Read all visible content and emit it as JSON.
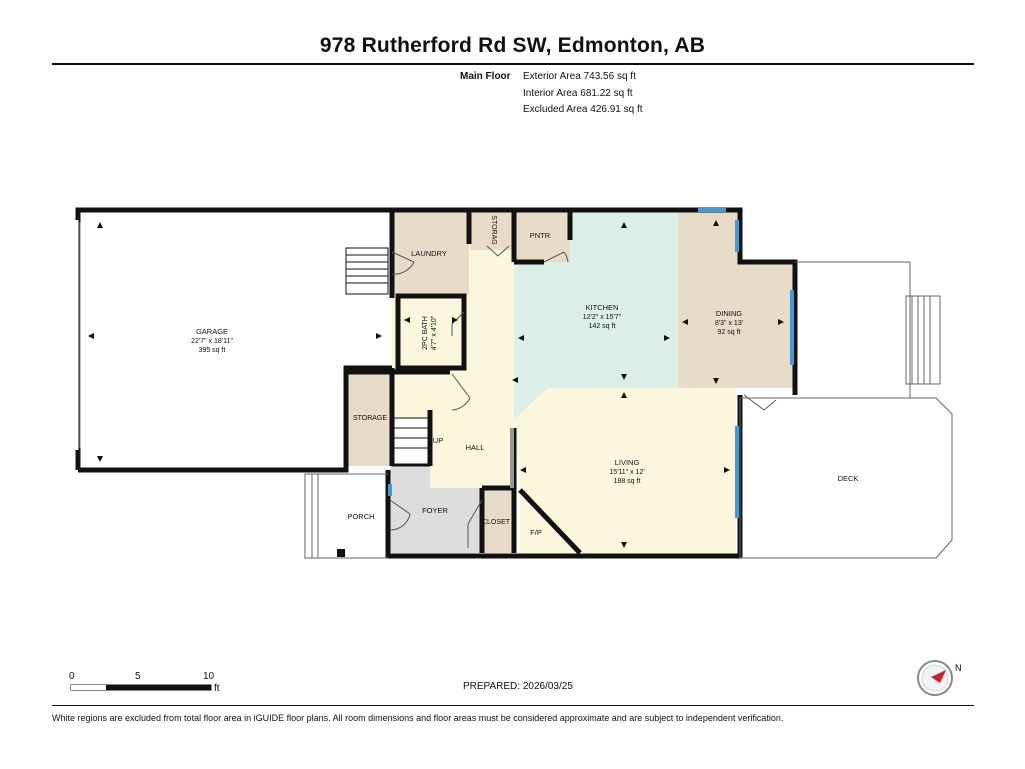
{
  "header": {
    "title": "978 Rutherford Rd SW, Edmonton, AB"
  },
  "summary": {
    "floor": "Main Floor",
    "exterior": "Exterior Area 743.56 sq ft",
    "interior": "Interior Area 681.22 sq ft",
    "excluded": "Excluded Area 426.91 sq ft"
  },
  "rooms": {
    "garage": {
      "name": "GARAGE",
      "dims": "22'7\" x 18'11\"",
      "area": "395 sq ft"
    },
    "laundry": {
      "name": "LAUNDRY"
    },
    "storage_top": {
      "name": "STORAG"
    },
    "pantry": {
      "name": "PNTR"
    },
    "kitchen": {
      "name": "KITCHEN",
      "dims": "12'2\" x 15'7\"",
      "area": "142 sq ft"
    },
    "dining": {
      "name": "DINING",
      "dims": "8'3\" x 13'",
      "area": "92 sq ft"
    },
    "bath": {
      "name": "2PC BATH",
      "dims": "4'7\" x 4'10\""
    },
    "storage": {
      "name": "STORAGE"
    },
    "up": {
      "name": "UP"
    },
    "hall": {
      "name": "HALL"
    },
    "living": {
      "name": "LIVING",
      "dims": "15'11\" x 12'",
      "area": "188 sq ft"
    },
    "deck": {
      "name": "DECK"
    },
    "porch": {
      "name": "PORCH"
    },
    "foyer": {
      "name": "FOYER"
    },
    "closet": {
      "name": "CLOSET"
    },
    "fireplace": {
      "name": "F/P"
    }
  },
  "scale": {
    "tick0": "0",
    "tick5": "5",
    "tick10": "10",
    "unit": "ft"
  },
  "compass": {
    "label": "N"
  },
  "prepared": "PREPARED: 2026/03/25",
  "footer": "White regions are excluded from total floor area in iGUIDE floor plans. All room dimensions and floor areas must be considered approximate and are subject to independent verification.",
  "colors": {
    "wall": "#111111",
    "laundry": "#e8dcc8",
    "kitchen": "#dcefe6",
    "dining": "#e8dcc8",
    "bath": "#bfe0f5",
    "hall": "#fbf7dc",
    "foyer": "#dddddd",
    "window": "#3d9bd6",
    "compass_arrow": "#d0202a"
  }
}
